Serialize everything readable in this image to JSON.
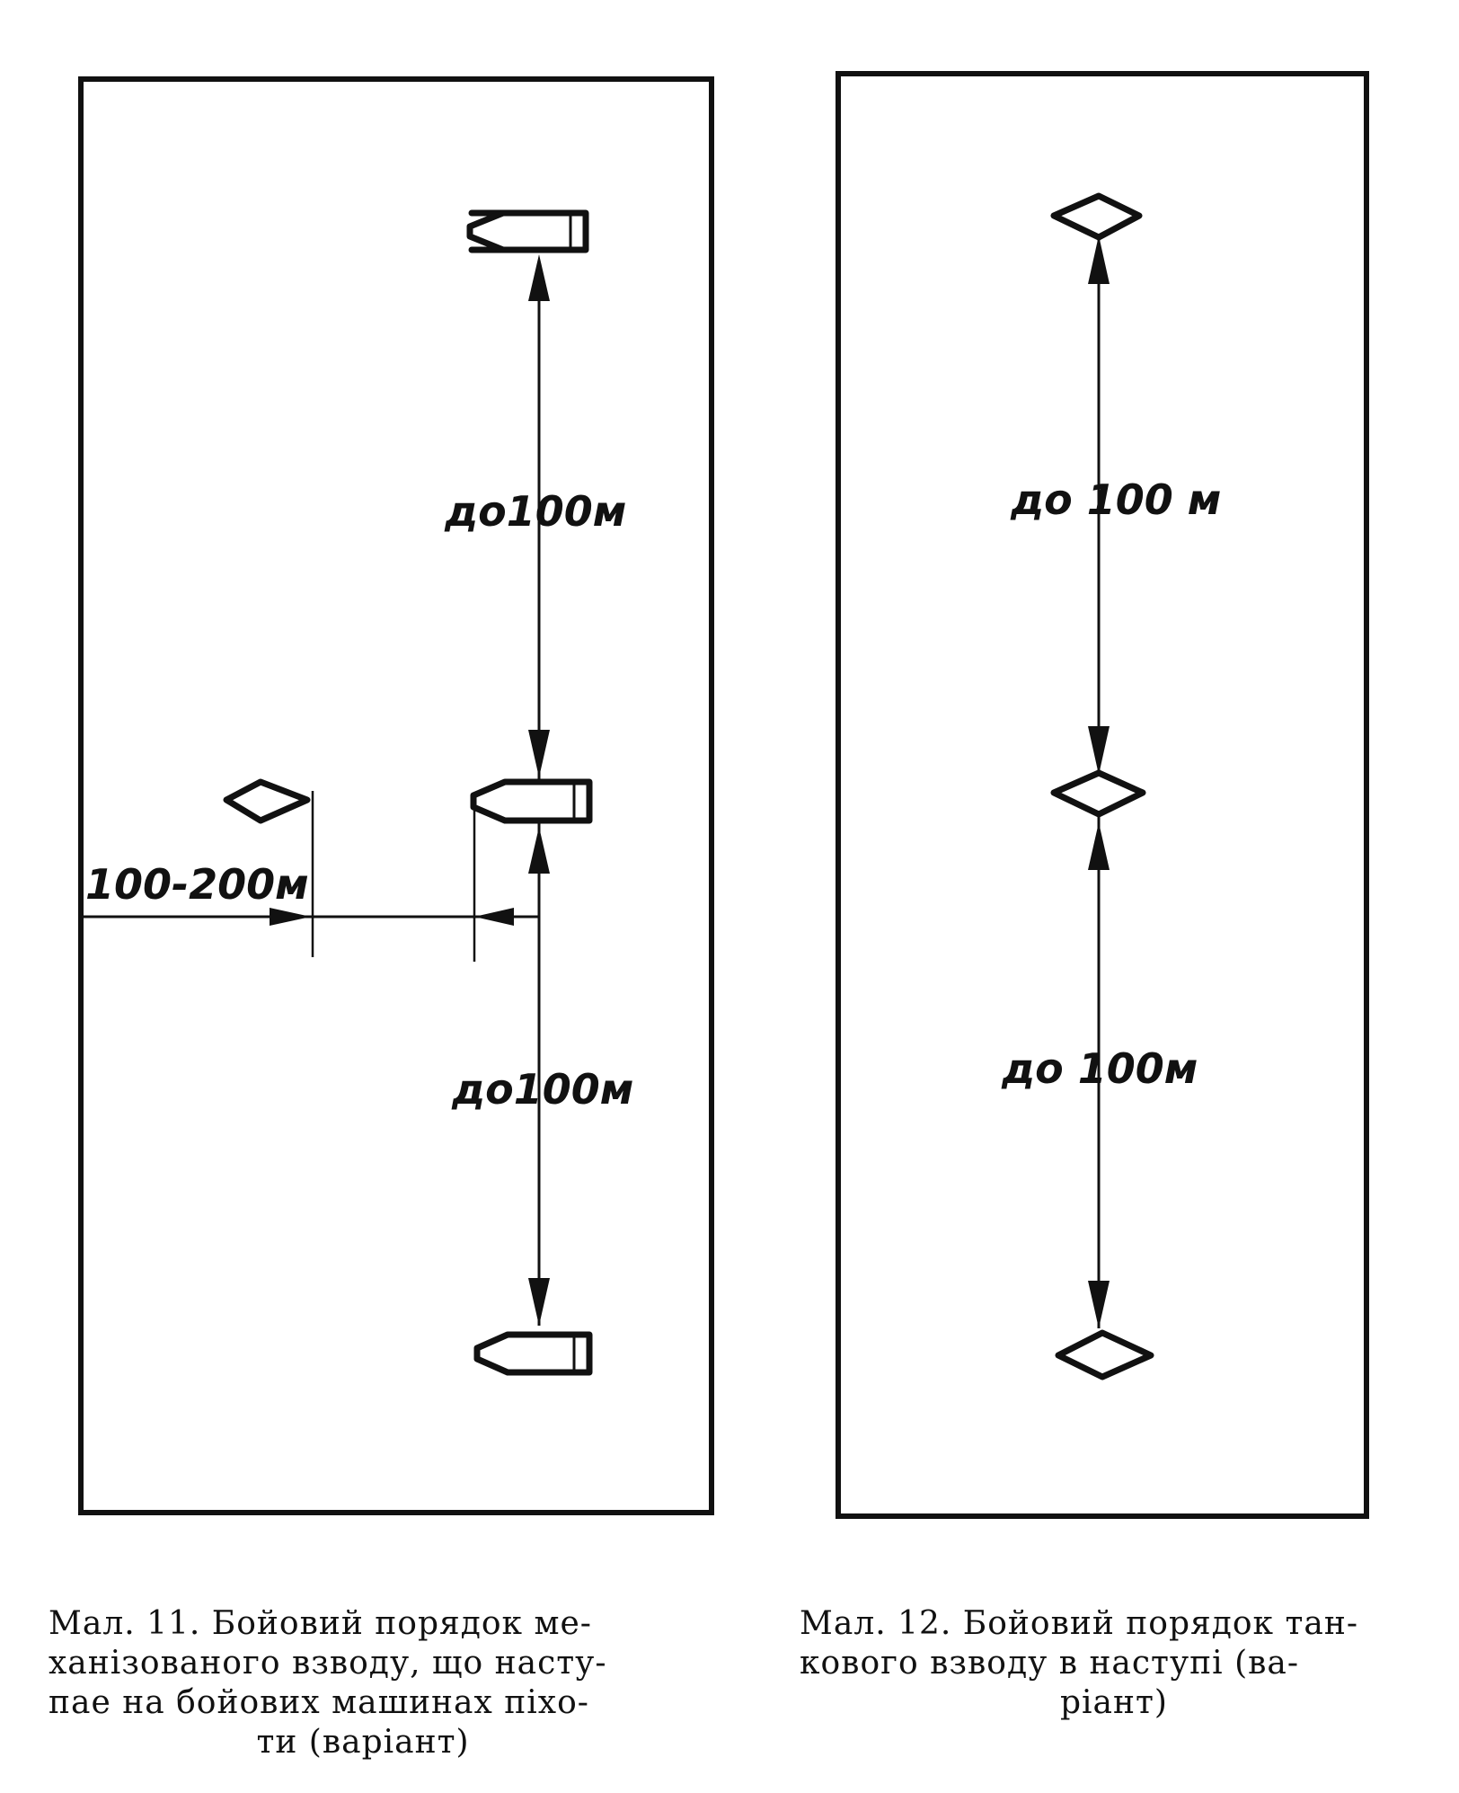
{
  "figure11": {
    "label_top": "до100м",
    "label_bottom": "до100м",
    "label_side": "100-200м",
    "caption": [
      "Мал. 11. Бойовий порядок ме-",
      "ханізованого взводу, що насту-",
      "пае на бойових машинах піхо-",
      "ти (варіант)"
    ]
  },
  "figure12": {
    "label_top": "до 100 м",
    "label_bottom": "до 100м",
    "caption": [
      "Мал. 12. Бойовий порядок тан-",
      "кового взводу в наступі (ва-",
      "ріант)"
    ]
  }
}
